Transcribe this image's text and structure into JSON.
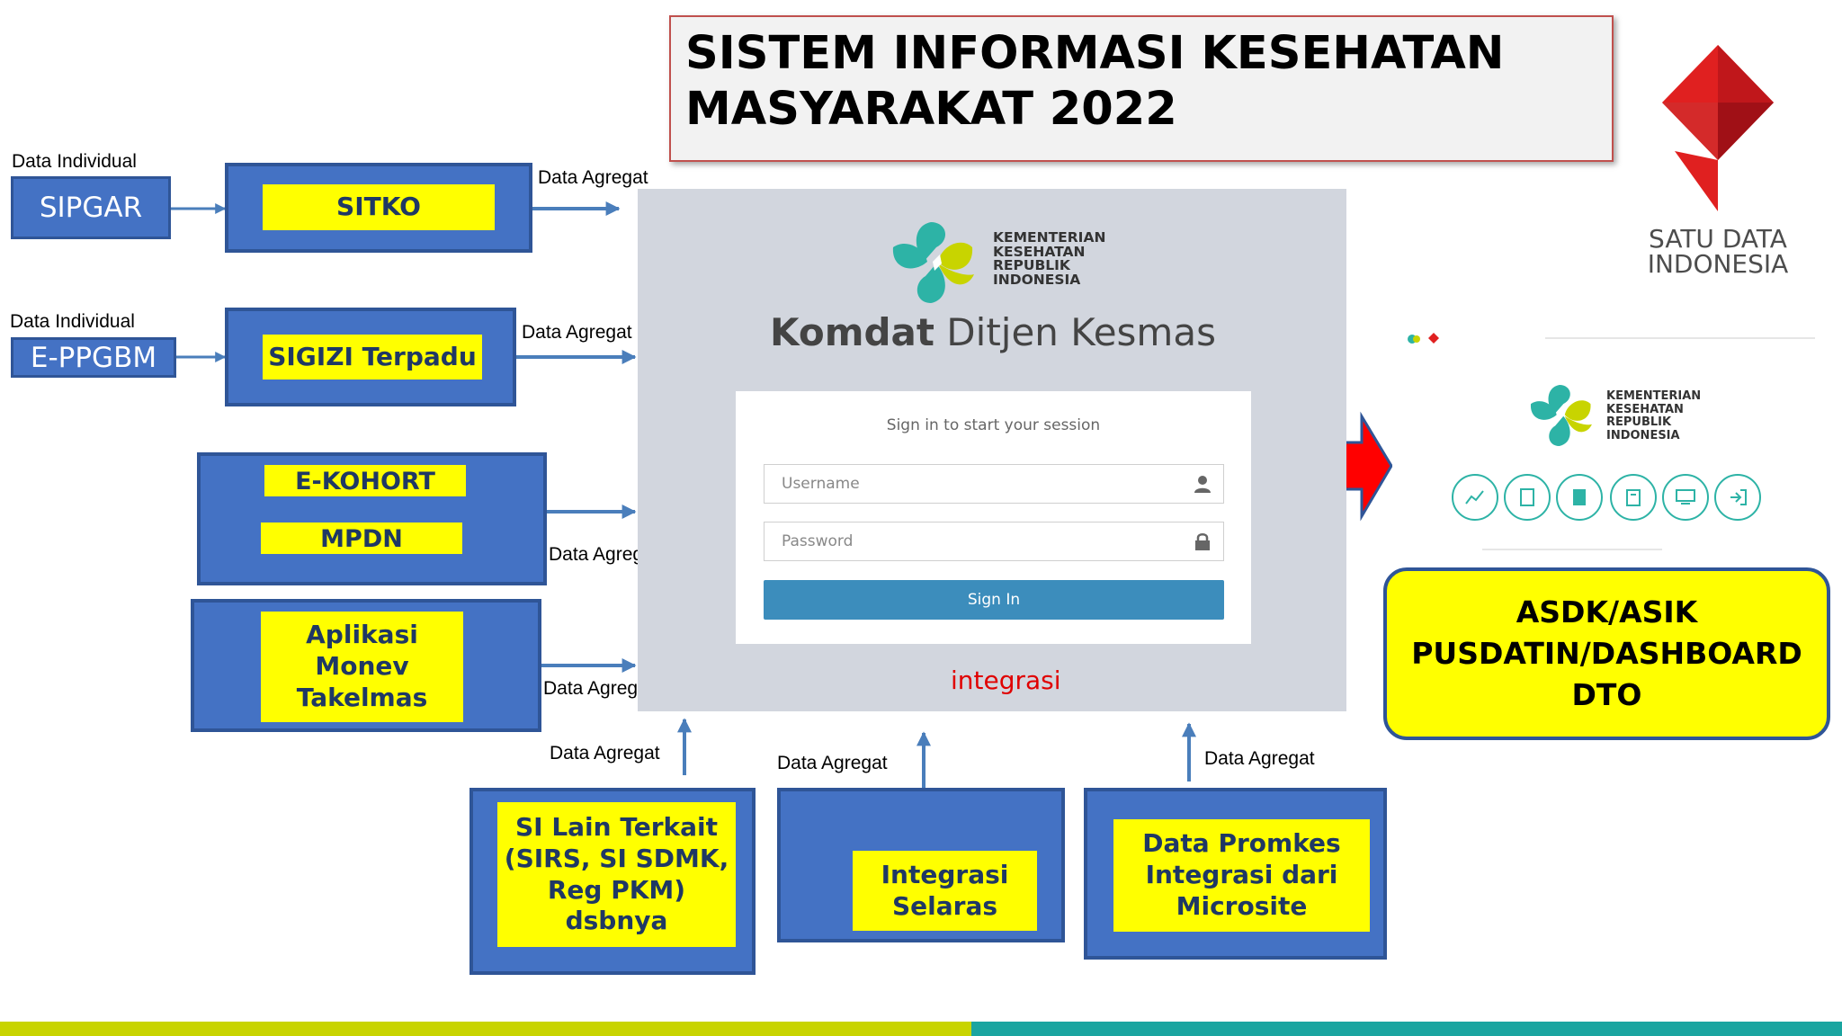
{
  "title": {
    "line1": "SISTEM INFORMASI KESEHATAN",
    "line2": "MASYARAKAT 2022"
  },
  "labels": {
    "data_individual": "Data Individual",
    "data_agregat": "Data Agregat",
    "integrasi": "integrasi"
  },
  "sources": {
    "sipgar": "SIPGAR",
    "eppgbm": "E-PPGBM"
  },
  "apps": {
    "sitko": "SITKO",
    "sigizi": "SIGIZI Terpadu",
    "ekohort": "E-KOHORT",
    "mpdn": "MPDN",
    "monev": "Aplikasi\nMonev\nTakelmas",
    "si_lain": "SI Lain Terkait\n(SIRS, SI SDMK,\nReg PKM)\ndsbnya",
    "integrasi_selaras": "Integrasi\nSelaras",
    "promkes": "Data Promkes\nIntegrasi dari\nMicrosite"
  },
  "komdat": {
    "org": [
      "KEMENTERIAN",
      "KESEHATAN",
      "REPUBLIK",
      "INDONESIA"
    ],
    "title_bold": "Komdat",
    "title_rest": " Ditjen Kesmas",
    "sign_in_prompt": "Sign in to start your session",
    "username_placeholder": "Username",
    "password_placeholder": "Password",
    "sign_in_button": "Sign In"
  },
  "satu_data": {
    "line1": "SATU DATA",
    "line2": "INDONESIA"
  },
  "output": {
    "line1": "ASDK/ASIK",
    "line2": "PUSDATIN/DASHBOARD",
    "line3": "DTO"
  },
  "colors": {
    "box_blue": "#4472c4",
    "box_border": "#2f5597",
    "highlight_yellow": "#ffff00",
    "arrow_blue": "#4a7ebb",
    "red_arrow": "#ff0000",
    "kemenkes_teal": "#2db3a6",
    "kemenkes_green": "#c8d400",
    "bar_green": "#c8d400",
    "bar_teal": "#1aa5a0"
  }
}
